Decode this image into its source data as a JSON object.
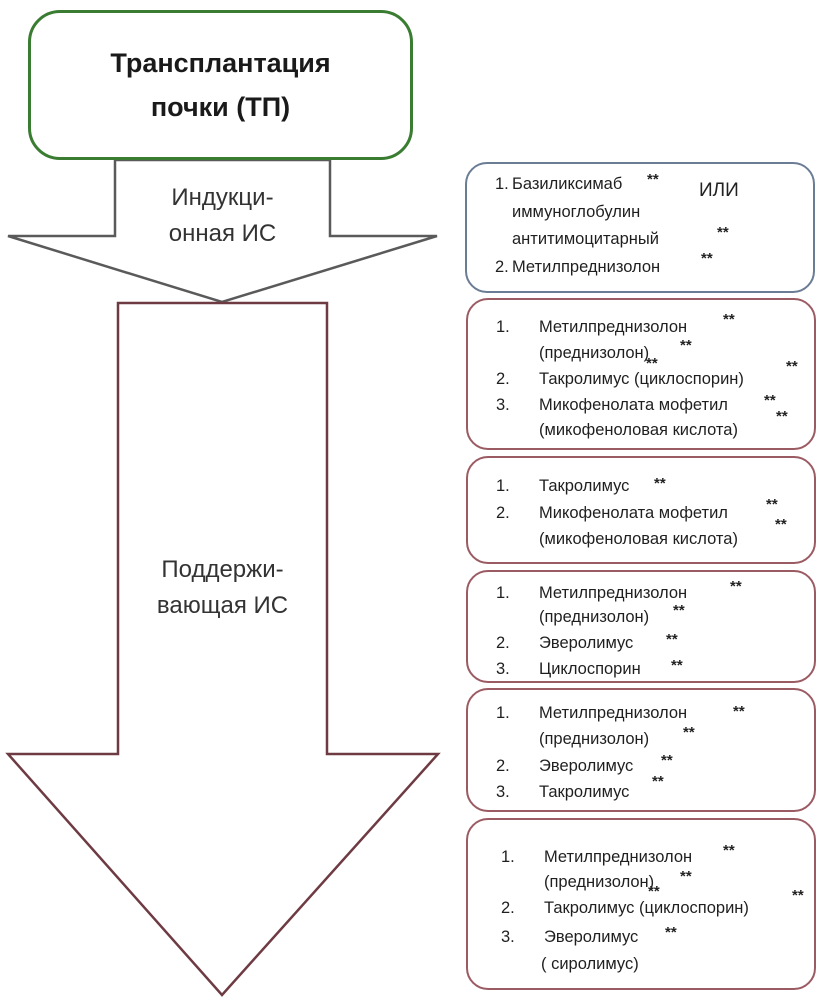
{
  "title": {
    "line1": "Трансплантация",
    "line2": "почки (ТП)"
  },
  "induction": {
    "line1": "Индукци-",
    "line2": "онная ИС"
  },
  "maintenance": {
    "line1": "Поддержи-",
    "line2": "вающая ИС"
  },
  "stars": "**",
  "or_word": "ИЛИ",
  "induction_box": {
    "items": [
      {
        "num": "1.",
        "text": "Базиликсимаб"
      },
      {
        "num": "",
        "text": "иммуноглобулин"
      },
      {
        "num": "",
        "text": "антитимоцитарный"
      },
      {
        "num": "2.",
        "text": "Метилпреднизолон"
      }
    ]
  },
  "regimens": [
    {
      "items": [
        {
          "num": "1.",
          "text": "Метилпреднизолон"
        },
        {
          "num": "",
          "text": "(преднизолон)"
        },
        {
          "num": "2.",
          "text": "Такролимус (циклоспорин)"
        },
        {
          "num": "3.",
          "text": "Микофенолата мофетил"
        },
        {
          "num": "",
          "text": "(микофеноловая кислота)"
        }
      ]
    },
    {
      "items": [
        {
          "num": "1.",
          "text": "Такролимус"
        },
        {
          "num": "2.",
          "text": "Микофенолата мофетил"
        },
        {
          "num": "",
          "text": "(микофеноловая кислота)"
        }
      ]
    },
    {
      "items": [
        {
          "num": "1.",
          "text": "Метилпреднизолон"
        },
        {
          "num": "",
          "text": "(преднизолон)"
        },
        {
          "num": "2.",
          "text": "Эверолимус"
        },
        {
          "num": "3.",
          "text": "Циклоспорин"
        }
      ]
    },
    {
      "items": [
        {
          "num": "1.",
          "text": "Метилпреднизолон"
        },
        {
          "num": "",
          "text": "(преднизолон)"
        },
        {
          "num": "2.",
          "text": "Эверолимус"
        },
        {
          "num": "3.",
          "text": "Такролимус"
        }
      ]
    },
    {
      "items": [
        {
          "num": "1.",
          "text": "Метилпреднизолон"
        },
        {
          "num": "",
          "text": "(преднизолон)"
        },
        {
          "num": "2.",
          "text": "Такролимус (циклоспорин)"
        },
        {
          "num": "3.",
          "text": "Эверолимус"
        },
        {
          "num": "",
          "text": "(   сиролимус)"
        }
      ]
    }
  ],
  "colors": {
    "title_border": "#3a7d32",
    "induction_border": "#6b7c95",
    "regimen_border": "#9b5b62",
    "arrow_stroke": "#5a5a5a",
    "maint_arrow_stroke": "#6e3b43"
  }
}
